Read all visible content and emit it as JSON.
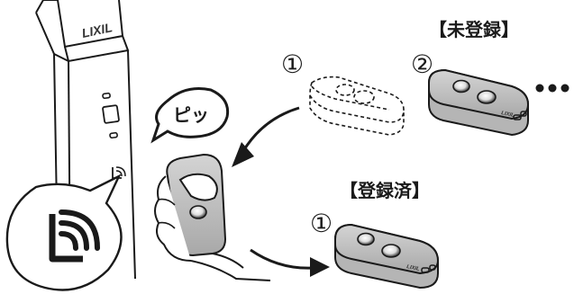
{
  "brand": "LIXIL",
  "labels": {
    "unregistered": "【未登録】",
    "registered": "【登録済】",
    "beep": "ピッ"
  },
  "steps": {
    "first_top": "①",
    "second_top": "②",
    "first_bottom": "①"
  },
  "remote_brand": "LIXIL",
  "ellipsis_count": 3,
  "colors": {
    "ink": "#1a1a1a",
    "remote_body": "#c9c9c9",
    "remote_top": "#b8b8b8",
    "button_dark": "#2b2b2b",
    "skin": "#ffffff"
  }
}
